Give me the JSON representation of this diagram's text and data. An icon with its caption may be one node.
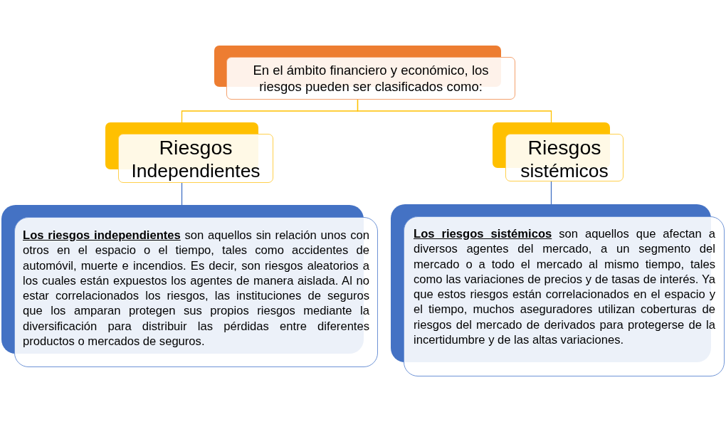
{
  "diagram": {
    "nodes": [
      {
        "text": [
          "En el ámbito financiero y económico, los riesgos pueden ser clasificados como:"
        ]
      },
      {
        "text": [
          "Riesgos",
          "Independientes"
        ]
      },
      {
        "text": [
          "Riesgos",
          "sistémicos"
        ]
      },
      {
        "text": [
          "**Los riesgos independientes** son aquellos sin relación unos con otros en el espacio o el tiempo, tales como accidentes de automóvil, muerte e incendios. Es decir, son riesgos aleatorios a los cuales están expuestos los agentes de manera aislada. Al no estar correlacionados los riesgos, las instituciones de seguros que los amparan protegen sus propios riesgos mediante la diversificación para distribuir las pérdidas entre diferentes productos o mercados de seguros."
        ]
      },
      {
        "text": [
          "**Los riesgos sistémicos** son aquellos que afectan a diversos agentes del mercado, a un segmento del mercado o a todo el mercado al mismo tiempo, tales como las variaciones de precios y de tasas de interés. Ya que estos riesgos están correlacionados en el espacio y el tiempo, muchos aseguradores utilizan coberturas de riesgos del mercado de derivados para protegerse de la incertidumbre y de las altas variaciones."
        ]
      }
    ],
    "edges": [
      {
        "from": 0,
        "to": 1,
        "arrow": "none",
        "color": "#ffc000"
      },
      {
        "from": 0,
        "to": 2,
        "arrow": "none",
        "color": "#ffc000"
      },
      {
        "from": 1,
        "to": 3,
        "arrow": "none",
        "color": "#4472c4"
      },
      {
        "from": 2,
        "to": 4,
        "arrow": "none",
        "color": "#4472c4"
      }
    ]
  }
}
